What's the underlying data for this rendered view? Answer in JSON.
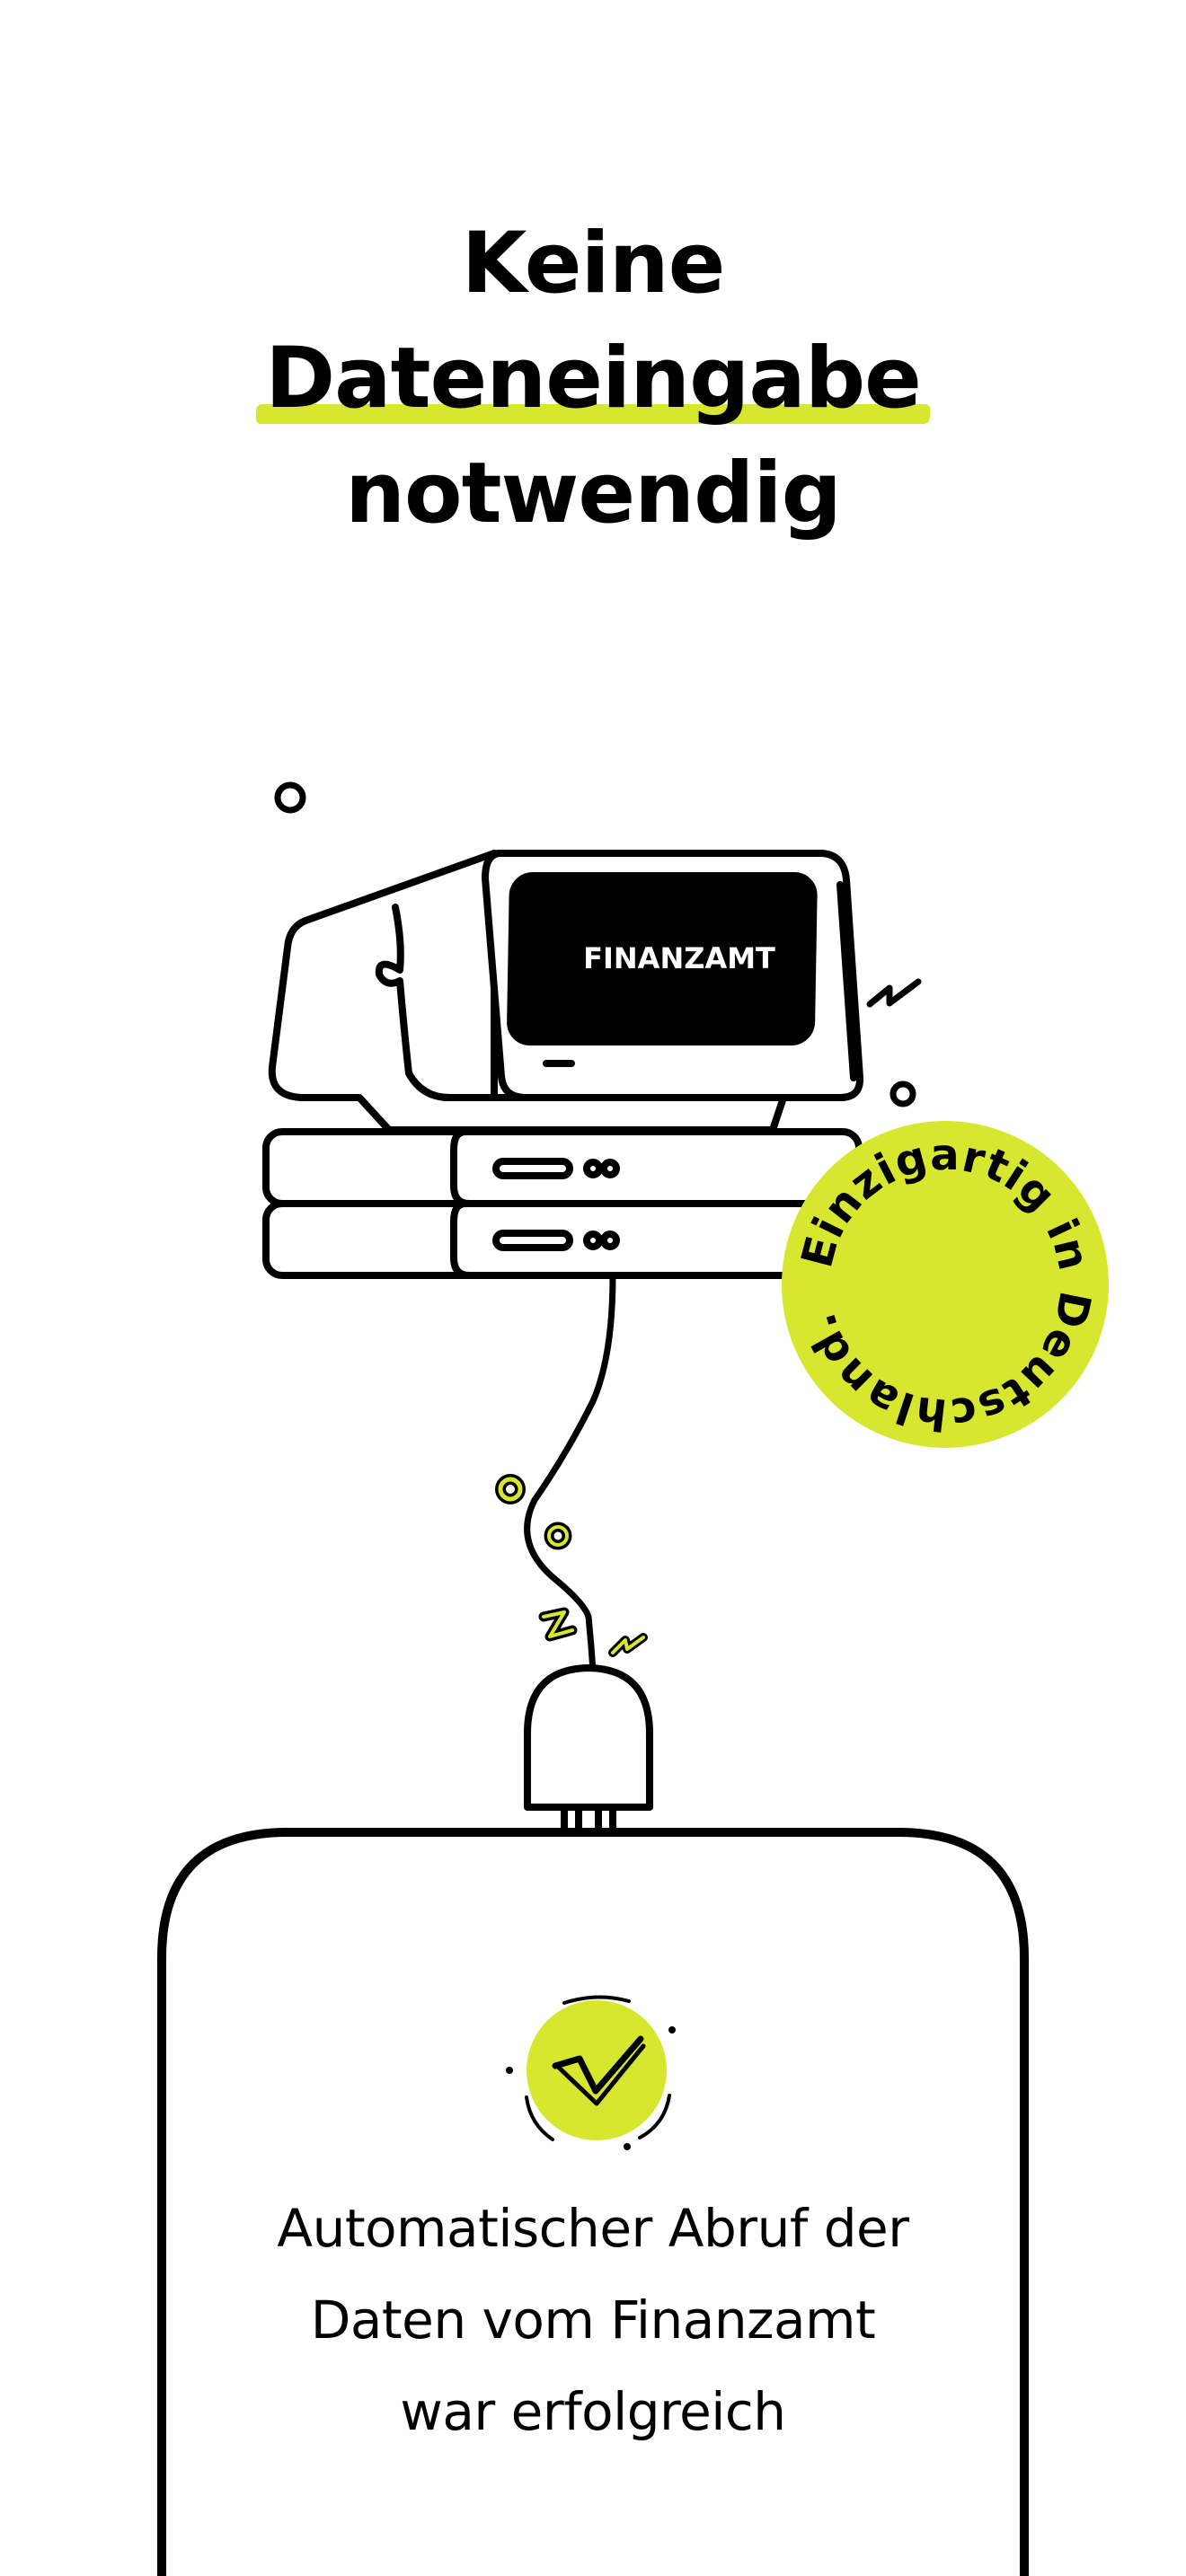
{
  "headline": {
    "line1": "Keine",
    "line2_highlight": "Dateneingabe",
    "line3": "notwendig"
  },
  "illustration": {
    "screen_label": "FINANZAMT",
    "badge_text": "Einzigartig in Deutschland.",
    "icon": "retro-computer-with-plug-icon"
  },
  "card": {
    "status_icon": "checkmark-icon",
    "message_lines": [
      "Automatischer Abruf der",
      "Daten vom Finanzamt",
      "war erfolgreich"
    ]
  },
  "colors": {
    "accent": "#d7e62e",
    "ink": "#000000",
    "background": "#ffffff"
  }
}
